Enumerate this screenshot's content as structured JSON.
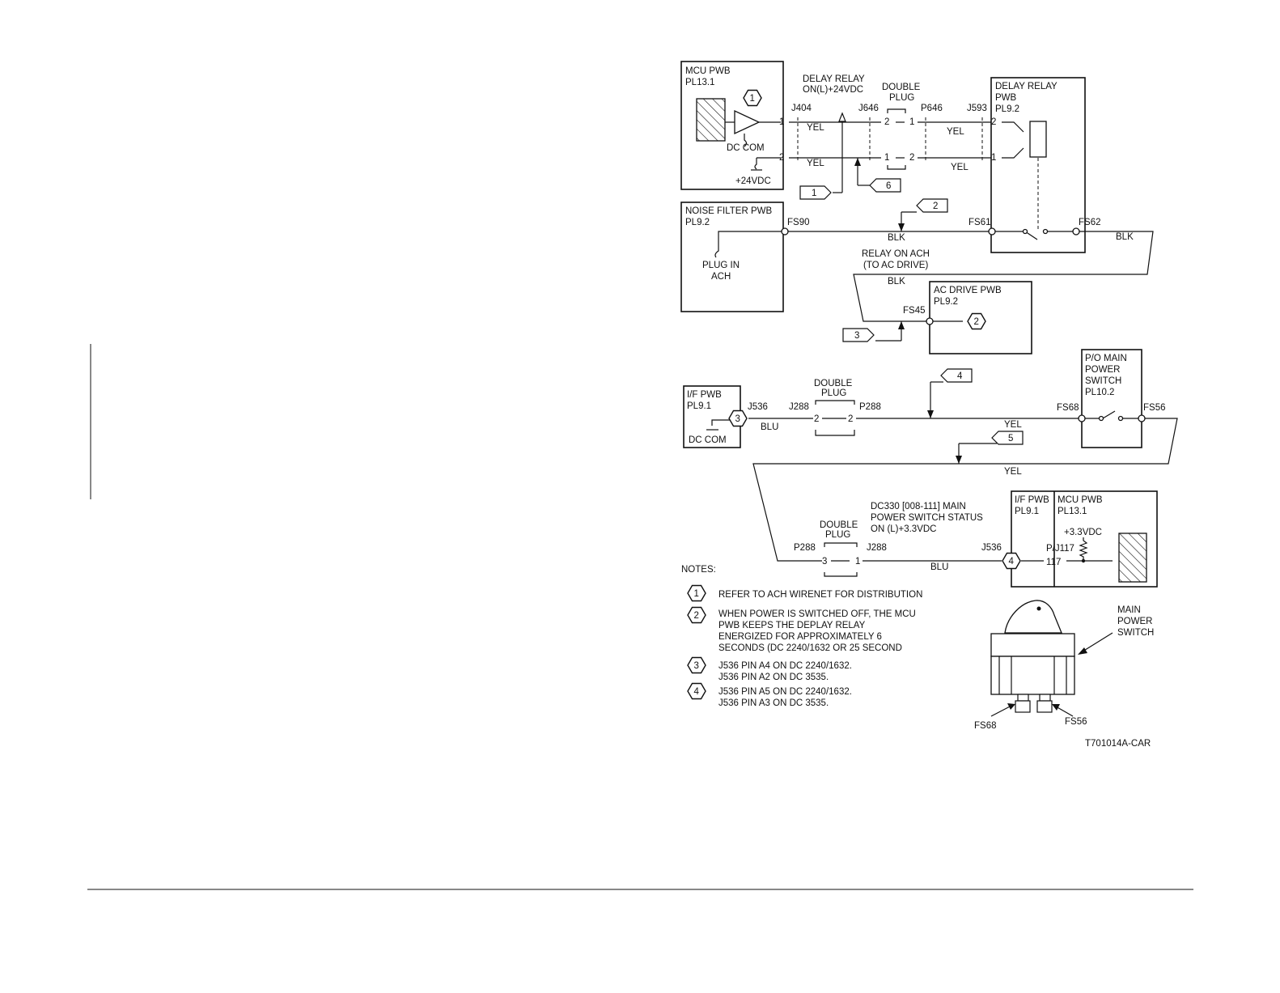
{
  "diagram": {
    "figure_id": "T701014A-CAR",
    "grid_color": "#111111",
    "sections": {
      "delay_relay": {
        "mcu_title": "MCU PWB",
        "mcu_pl": "PL13.1",
        "mcu_dc_com": "DC COM",
        "mcu_24v": "+24VDC",
        "delay_signal_line1": "DELAY RELAY",
        "delay_signal_line2": "ON(L)+24VDC",
        "double_plug_line1": "DOUBLE",
        "double_plug_line2": "PLUG",
        "j404": "J404",
        "j646": "J646",
        "p646": "P646",
        "j593": "J593",
        "pin1": "1",
        "pin2": "2",
        "yel": "YEL",
        "relay_title_line1": "DELAY RELAY",
        "relay_title_line2": "PWB",
        "relay_pl": "PL9.2"
      },
      "noise_filter": {
        "title": "NOISE FILTER PWB",
        "pl": "PL9.2",
        "plug_line1": "PLUG IN",
        "plug_line2": "ACH",
        "fs90": "FS90",
        "fs61": "FS61",
        "fs62": "FS62",
        "blk": "BLK",
        "relay_ach_line1": "RELAY ON ACH",
        "relay_ach_line2": "(TO AC DRIVE)"
      },
      "ac_drive": {
        "title": "AC DRIVE PWB",
        "pl": "PL9.2",
        "fs45": "FS45",
        "blk": "BLK"
      },
      "if_section": {
        "if_title": "I/F PWB",
        "if_pl": "PL9.1",
        "dc_com": "DC COM",
        "j536": "J536",
        "j288": "J288",
        "p288": "P288",
        "blu": "BLU",
        "double_plug_line1": "DOUBLE",
        "double_plug_line2": "PLUG",
        "pin2": "2",
        "switch_title_line1": "P/O MAIN",
        "switch_title_line2": "POWER",
        "switch_title_line3": "SWITCH",
        "switch_pl": "PL10.2",
        "fs68": "FS68",
        "fs56": "FS56",
        "yel": "YEL"
      },
      "status": {
        "dc330_line1": "DC330 [008-111] MAIN",
        "dc330_line2": "POWER SWITCH STATUS",
        "dc330_line3": "ON (L)+3.3VDC",
        "double_plug_line1": "DOUBLE",
        "double_plug_line2": "PLUG",
        "p288": "P288",
        "j288": "J288",
        "pin3": "3",
        "pin1": "1",
        "blu": "BLU",
        "j536": "J536",
        "pj117": "P/J117",
        "pin117": "117",
        "if_title": "I/F PWB",
        "if_pl": "PL9.1",
        "mcu_title": "MCU PWB",
        "mcu_pl": "PL13.1",
        "v33": "+3.3VDC",
        "yel": "YEL"
      }
    },
    "flags": [
      "1",
      "2",
      "3",
      "4",
      "5",
      "6"
    ],
    "hex_labels": [
      "1",
      "2",
      "3",
      "4"
    ],
    "notes_title": "NOTES:",
    "notes": [
      {
        "num": "1",
        "lines": [
          "REFER TO ACH WIRENET FOR DISTRIBUTION"
        ]
      },
      {
        "num": "2",
        "lines": [
          "WHEN POWER IS SWITCHED OFF, THE MCU",
          "PWB KEEPS THE DEPLAY RELAY",
          "ENERGIZED FOR APPROXIMATELY 6",
          "SECONDS (DC 2240/1632 OR 25 SECOND"
        ]
      },
      {
        "num": "3",
        "lines": [
          "J536 PIN A4 ON DC 2240/1632.",
          "J536 PIN A2 ON DC 3535."
        ]
      },
      {
        "num": "4",
        "lines": [
          "J536 PIN A5 ON DC 2240/1632.",
          "J536 PIN A3 ON DC 3535."
        ]
      }
    ],
    "switch_illustration": {
      "label_line1": "MAIN",
      "label_line2": "POWER",
      "label_line3": "SWITCH",
      "fs68": "FS68",
      "fs56": "FS56"
    }
  }
}
